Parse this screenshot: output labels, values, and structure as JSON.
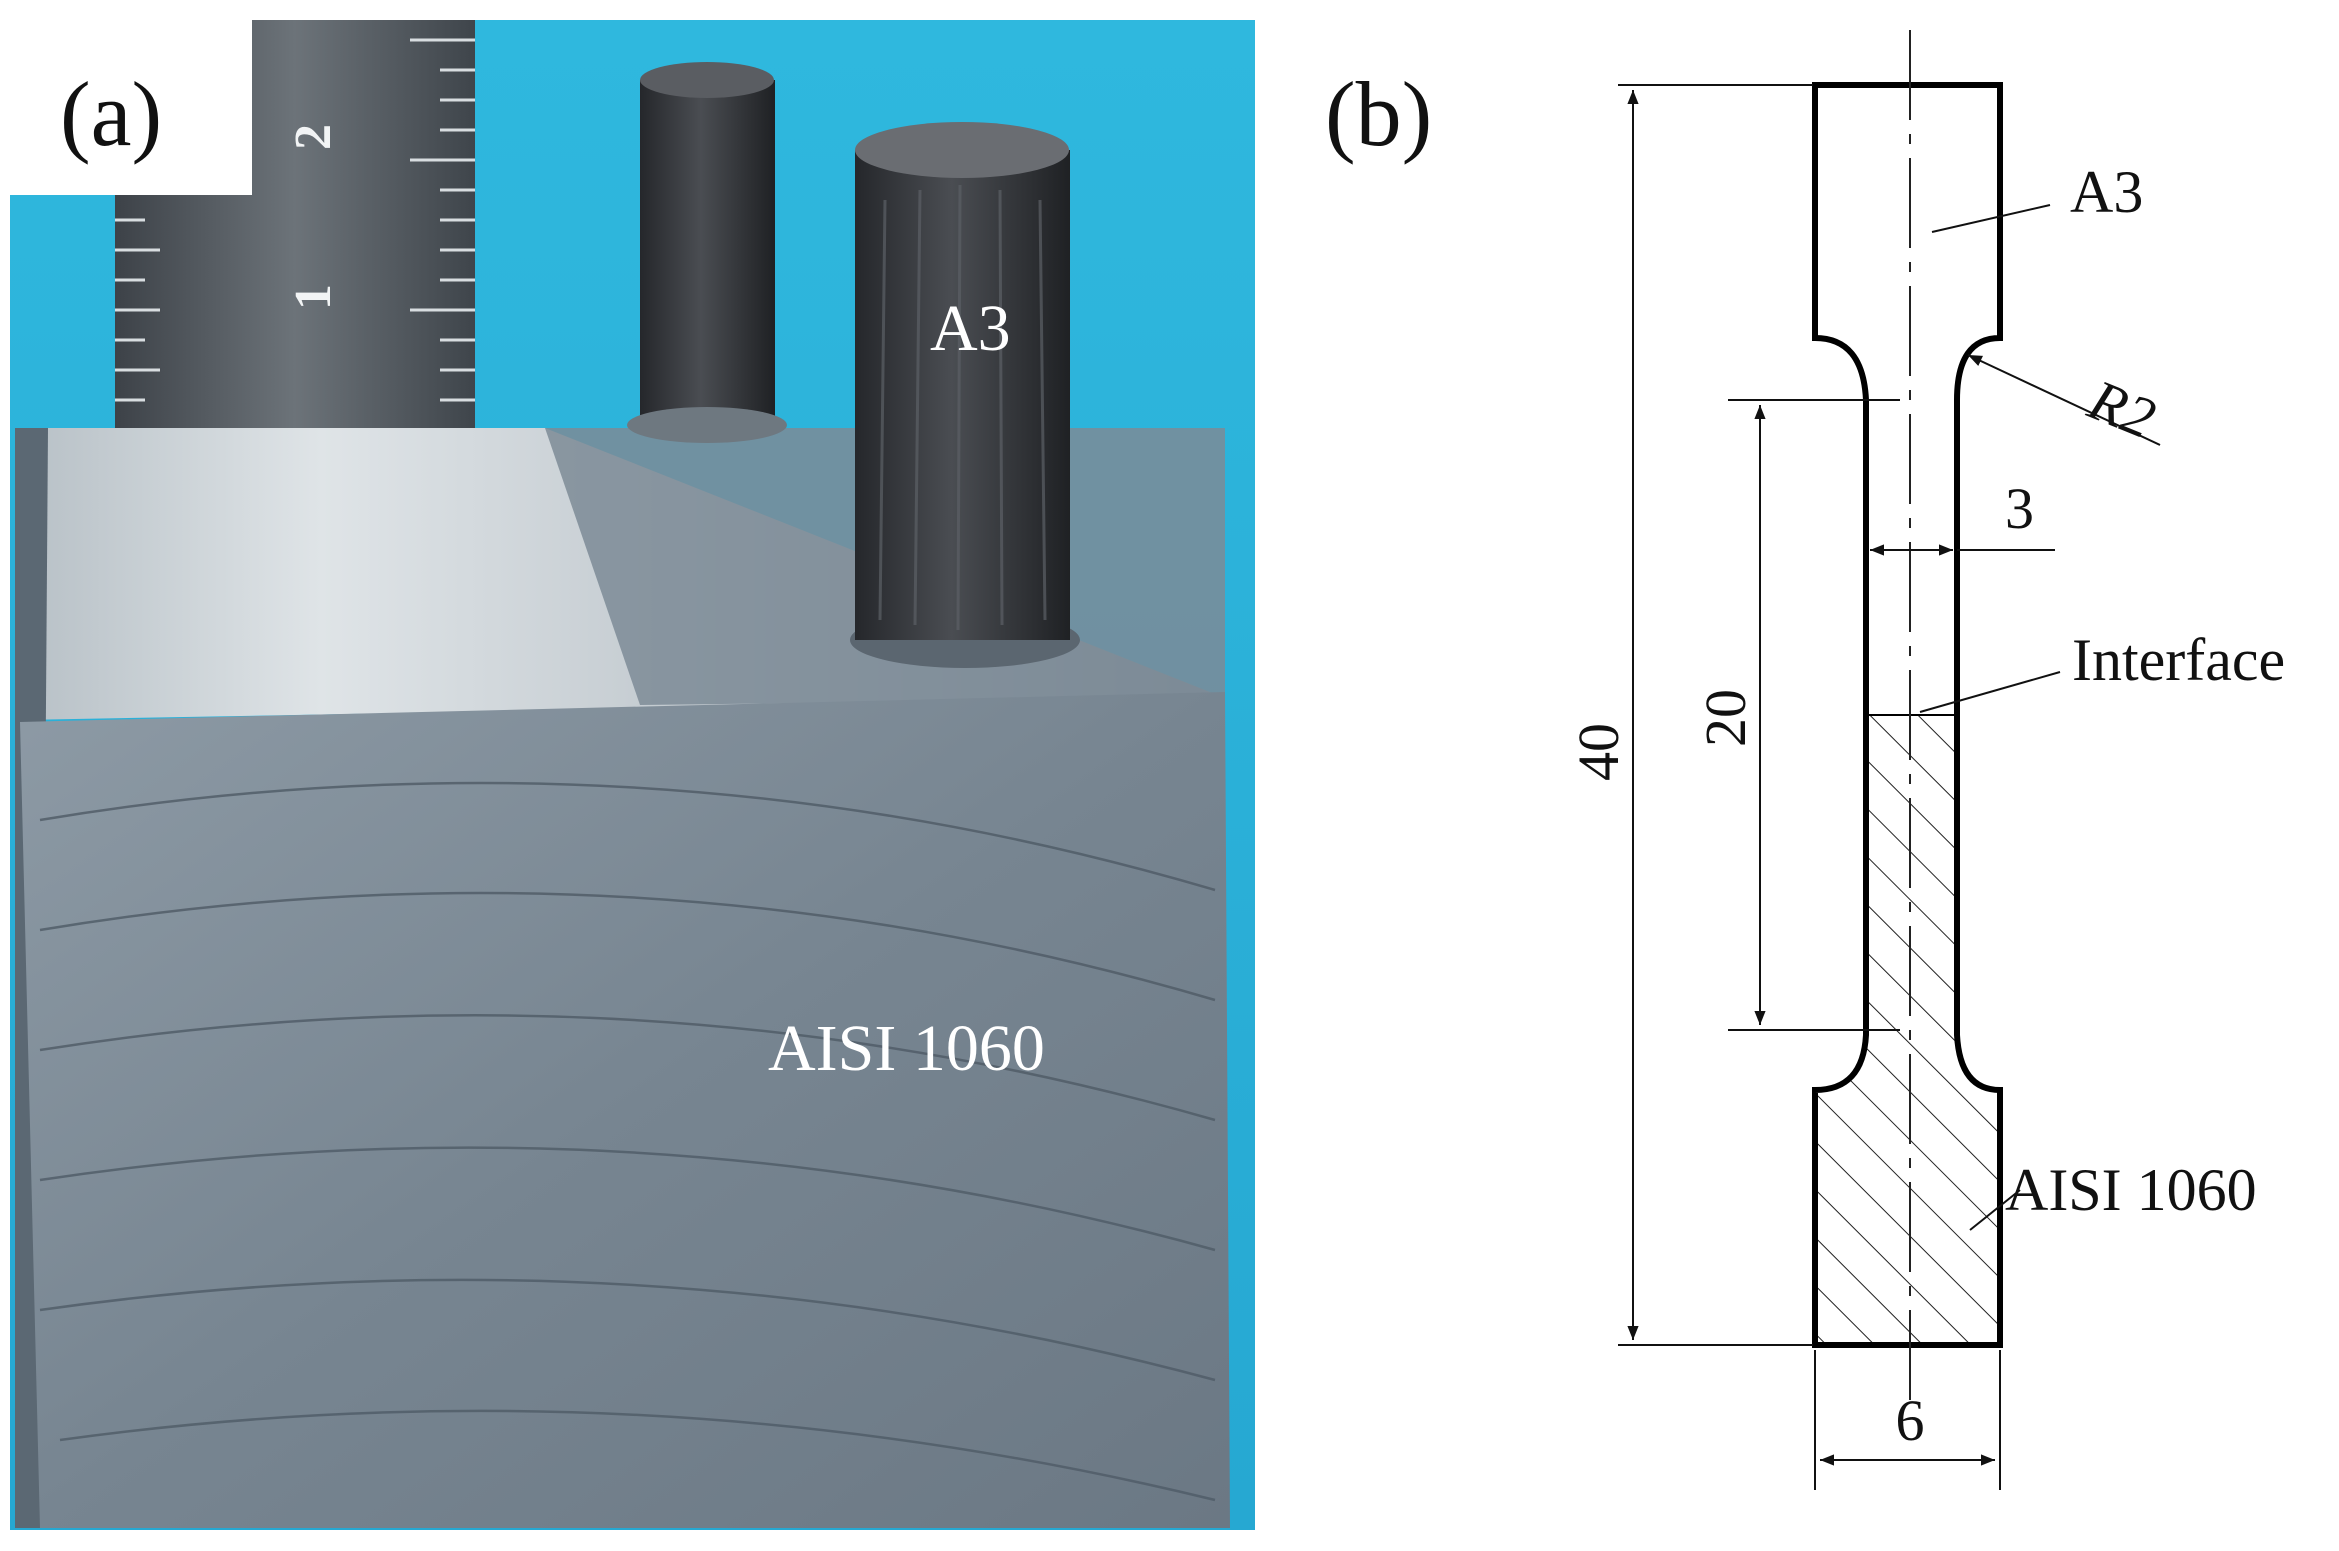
{
  "panels": {
    "a": {
      "label": "(a)",
      "ruler_ticks": [
        "2",
        "1"
      ],
      "labels": {
        "top_pin": "A3",
        "block": "AISI 1060"
      },
      "colors": {
        "background": "#29b3d9",
        "steel": "#7f8d99",
        "pin": "#2d3035"
      }
    },
    "b": {
      "label": "(b)",
      "labels": {
        "top": "A3",
        "interface": "Interface",
        "bottom": "AISI 1060"
      },
      "dimensions": {
        "total_length": "40",
        "gauge_length": "20",
        "gauge_width": "3",
        "grip_width": "6",
        "fillet_radius": "R2"
      }
    }
  }
}
